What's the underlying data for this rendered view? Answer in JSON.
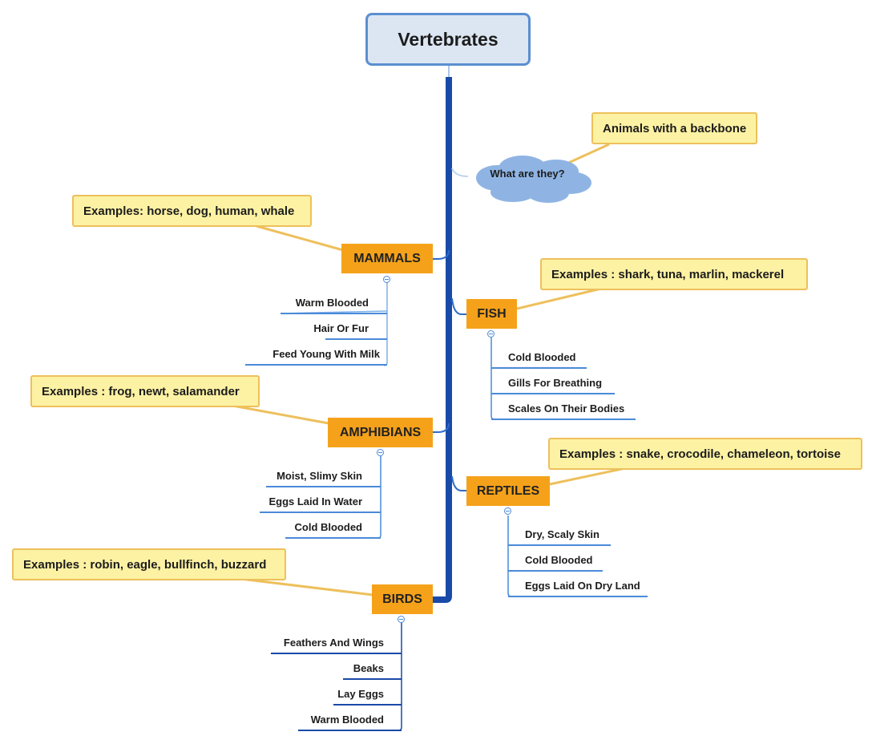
{
  "title": "Vertebrates",
  "what": {
    "question": "What are they?",
    "answer": "Animals with a backbone"
  },
  "categories": {
    "mammals": {
      "label": "MAMMALS",
      "examples": "Examples: horse, dog, human, whale",
      "traits": [
        "Warm Blooded",
        "Hair Or Fur",
        "Feed Young With Milk"
      ]
    },
    "fish": {
      "label": "FISH",
      "examples": "Examples : shark, tuna, marlin, mackerel",
      "traits": [
        "Cold Blooded",
        "Gills For Breathing",
        "Scales On Their Bodies"
      ]
    },
    "amphibians": {
      "label": "AMPHIBIANS",
      "examples": "Examples : frog, newt, salamander",
      "traits": [
        "Moist, Slimy Skin",
        "Eggs Laid In Water",
        "Cold Blooded"
      ]
    },
    "reptiles": {
      "label": "REPTILES",
      "examples": "Examples : snake, crocodile, chameleon, tortoise",
      "traits": [
        "Dry, Scaly Skin",
        "Cold Blooded",
        "Eggs Laid On Dry Land"
      ]
    },
    "birds": {
      "label": "BIRDS",
      "examples": "Examples : robin, eagle, bullfinch, buzzard",
      "traits": [
        "Feathers And Wings",
        "Beaks",
        "Lay Eggs",
        "Warm Blooded"
      ]
    }
  },
  "colors": {
    "spine": "#1a4aa8",
    "category_fill": "#f5a21a",
    "note_fill": "#fdf2a3",
    "note_border": "#edc05c",
    "cloud": "#8fb4e3",
    "root_fill": "#dce6f2",
    "root_border": "#5b8fd0"
  }
}
